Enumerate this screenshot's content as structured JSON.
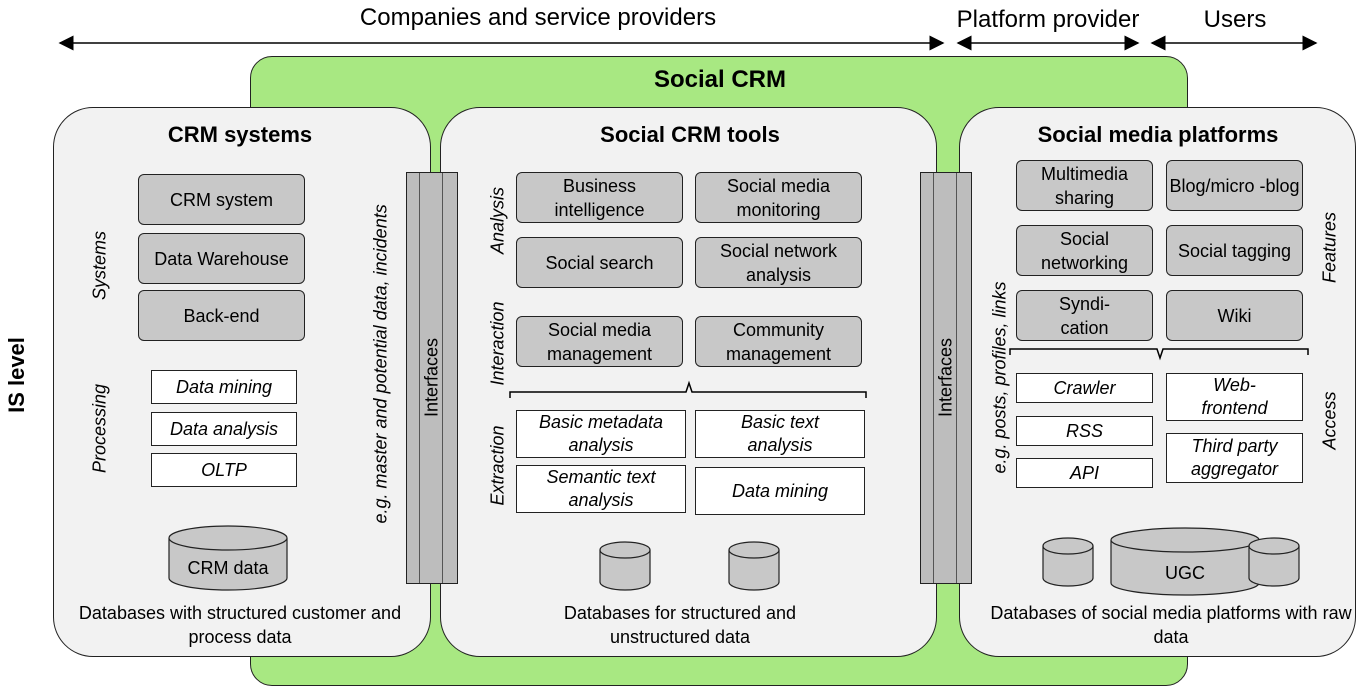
{
  "headers": {
    "companies": "Companies and service providers",
    "platform": "Platform provider",
    "users": "Users"
  },
  "side_label": "IS level",
  "social_crm": "Social CRM",
  "crm_systems": {
    "title": "CRM systems",
    "systems_label": "Systems",
    "processing_label": "Processing",
    "systems": [
      "CRM system",
      "Data Warehouse",
      "Back-end"
    ],
    "processing": [
      "Data mining",
      "Data analysis",
      "OLTP"
    ],
    "db_label": "CRM data",
    "caption": "Databases with structured customer and process data",
    "interface_note": "e.g.  master and potential data, incidents",
    "interfaces": "Interfaces"
  },
  "social_crm_tools": {
    "title": "Social CRM tools",
    "analysis_label": "Analysis",
    "interaction_label": "Interaction",
    "extraction_label": "Extraction",
    "analysis": [
      "Business intelligence",
      "Social media monitoring",
      "Social search",
      "Social network analysis"
    ],
    "interaction": [
      "Social media management",
      "Community management"
    ],
    "extraction": [
      "Basic metadata analysis",
      "Basic text analysis",
      "Semantic text analysis",
      "Data mining"
    ],
    "caption": "Databases for structured and unstructured data"
  },
  "social_media_platforms": {
    "title": "Social media platforms",
    "features_label": "Features",
    "access_label": "Access",
    "features": [
      "Multimedia sharing",
      "Blog/micro -blog",
      "Social networking",
      "Social tagging",
      "Syndi- cation",
      "Wiki"
    ],
    "access": [
      "Crawler",
      "RSS",
      "API",
      "Web- frontend",
      "Third party aggregator"
    ],
    "db_label": "UGC",
    "caption": "Databases of social media platforms with raw data",
    "interface_note": "e.g. posts, profiles, links",
    "interfaces": "Interfaces"
  }
}
